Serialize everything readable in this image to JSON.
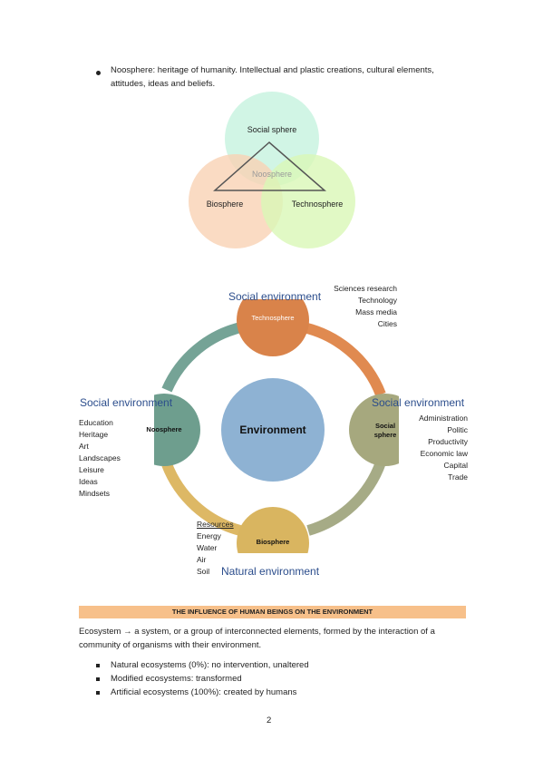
{
  "intro": {
    "bullet_text_line1": "Noosphere: heritage of humanity. Intellectual and plastic creations, cultural elements,",
    "bullet_text_line2": "attitudes, ideas and beliefs."
  },
  "venn": {
    "top": "Social sphere",
    "center": "Noosphere",
    "left": "Biosphere",
    "right": "Technosphere",
    "colors": {
      "top": "#c9f3e1",
      "left": "#f9d2b4",
      "right": "#daf7b6",
      "triangle": "#555555"
    }
  },
  "cycle": {
    "center": "Environment",
    "nodes": {
      "top": {
        "label": "Technosphere",
        "color": "#d9834a"
      },
      "right": {
        "label_line1": "Social",
        "label_line2": "sphere",
        "color": "#a6a87e"
      },
      "bottom": {
        "label": "Biosphere",
        "color": "#d9b560"
      },
      "left": {
        "label": "Noosphere",
        "color": "#6e9e8e"
      },
      "center_color": "#8eb2d3"
    },
    "titles": {
      "top": "Social environment",
      "right": "Social environment",
      "left": "Social environment",
      "bottom": "Natural environment"
    },
    "lists": {
      "top": [
        "Sciences research",
        "Technology",
        "Mass media",
        "Cities"
      ],
      "right": [
        "Administration",
        "Politic",
        "Productivity",
        "Economic law",
        "Capital",
        "Trade"
      ],
      "left": [
        "Education",
        "Heritage",
        "Art",
        "Landscapes",
        "Leisure",
        "Ideas",
        "Mindsets"
      ],
      "bottom_header": "Resources",
      "bottom": [
        "Energy",
        "Water",
        "Air",
        "Soil"
      ]
    }
  },
  "section": {
    "banner": "THE INFLUENCE OF HUMAN BEINGS ON THE ENVIRONMENT",
    "para_line1": "Ecosystem → a system, or a group of interconnected elements, formed by the interaction of a",
    "para_line2": "community of organisms with their environment.",
    "items": [
      "Natural ecosystems (0%):  no intervention, unaltered",
      "Modified ecosystems:  transformed",
      "Artificial ecosystems (100%):  created by humans"
    ]
  },
  "page_number": "2"
}
